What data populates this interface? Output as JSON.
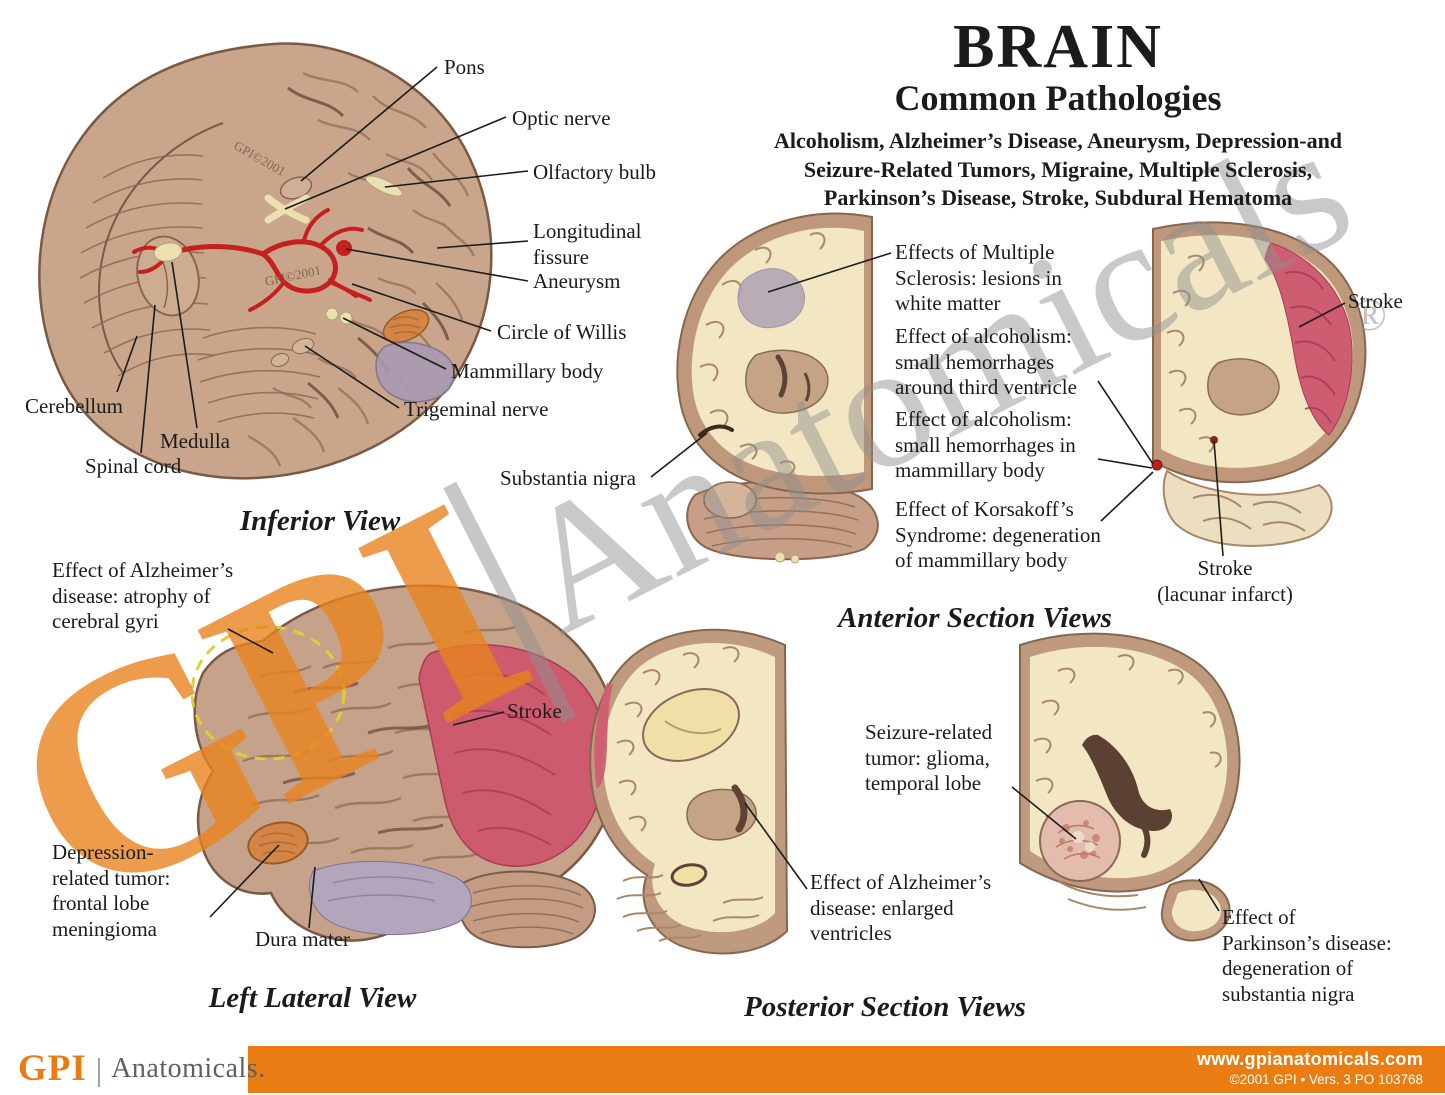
{
  "title": {
    "main": "BRAIN",
    "subtitle": "Common Pathologies",
    "diseases": "Alcoholism, Alzheimer’s Disease, Aneurysm, Depression-and\nSeizure-Related Tumors, Migraine, Multiple Sclerosis,\nParkinson’s Disease, Stroke, Subdural Hematoma"
  },
  "watermark": {
    "gpi": "GPI",
    "bar": "|",
    "name": "Anatomicals",
    "registered": "®"
  },
  "inferior_view": {
    "caption": "Inferior View",
    "embossed_mark": "GPI©2001",
    "labels": {
      "pons": "Pons",
      "optic_nerve": "Optic nerve",
      "olfactory_bulb": "Olfactory bulb",
      "longitudinal_fissure": "Longitudinal\nfissure",
      "aneurysm": "Aneurysm",
      "circle_of_willis": "Circle of Willis",
      "mammillary_body": "Mammillary body",
      "trigeminal_nerve": "Trigeminal nerve",
      "cerebellum": "Cerebellum",
      "medulla": "Medulla",
      "spinal_cord": "Spinal cord"
    }
  },
  "anterior_section_views": {
    "caption": "Anterior Section Views",
    "labels": {
      "multiple_sclerosis": "Effects of Multiple\nSclerosis: lesions in\nwhite matter",
      "alcoholism_third_ventricle": "Effect of alcoholism:\nsmall hemorrhages\naround third ventricle",
      "alcoholism_mammillary": "Effect of alcoholism:\nsmall hemorrhages in\nmammillary body",
      "korsakoff": "Effect of Korsakoff’s\nSyndrome: degeneration\nof mammillary body",
      "substantia_nigra": "Substantia nigra",
      "stroke": "Stroke",
      "stroke_lacunar": "Stroke\n(lacunar infarct)"
    }
  },
  "left_lateral_view": {
    "caption": "Left Lateral View",
    "labels": {
      "alzheimers_atrophy": "Effect of Alzheimer’s\ndisease: atrophy of\ncerebral gyri",
      "stroke": "Stroke",
      "depression_tumor": "Depression-\nrelated tumor:\nfrontal lobe\nmeningioma",
      "dura_mater": "Dura mater"
    }
  },
  "posterior_section_views": {
    "caption": "Posterior Section Views",
    "labels": {
      "seizure_tumor": "Seizure-related\ntumor: glioma,\ntemporal lobe",
      "alzheimers_ventricles": "Effect of Alzheimer’s\ndisease: enlarged\nventricles",
      "parkinsons": "Effect of\nParkinson’s disease:\ndegeneration of\nsubstantia nigra"
    }
  },
  "footer": {
    "logo_gpi": "GPI",
    "logo_divider": "|",
    "logo_name": "Anatomicals.",
    "website": "www.gpianatomicals.com",
    "copyright": "©2001 GPI • Vers. 3 PO 103768"
  },
  "colors": {
    "accent_orange": "#e97c12",
    "artery_red": "#c42020",
    "stroke_pink": "#ce5a6e",
    "brain_tan": "#c7a28a",
    "section_cream": "#f2e7c2",
    "watermark_gray": "#8f8f8f"
  }
}
